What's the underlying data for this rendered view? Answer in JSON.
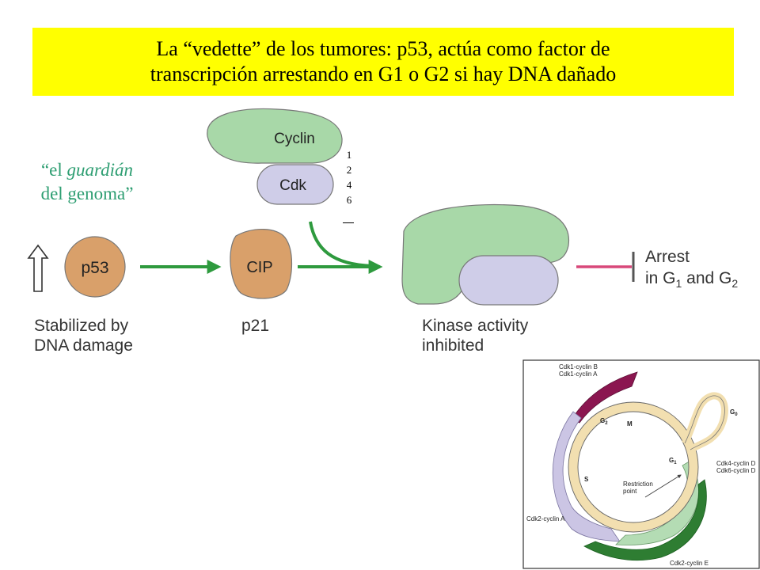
{
  "title": {
    "line1": "La “vedette” de los tumores: p53, actúa como factor de",
    "line2": "transcripción arrestando en G1 o G2 si hay DNA dañado"
  },
  "guardian": {
    "line1_pre": "“el ",
    "line1_italic": "guardián",
    "line2": "del genoma”"
  },
  "slide_number_digits": [
    "1",
    "2",
    "4",
    "6"
  ],
  "pathway": {
    "cyclin_label": "Cyclin",
    "cdk_label": "Cdk",
    "p53_label": "p53",
    "cip_label": "CIP",
    "p21_label": "p21",
    "stabilized_line1": "Stabilized by",
    "stabilized_line2": "DNA damage",
    "kinase_line1": "Kinase activity",
    "kinase_line2": "inhibited",
    "arrest_line1": "Arrest",
    "arrest_line2_pre": "in G",
    "arrest_sub1": "1",
    "arrest_line2_mid": " and G",
    "arrest_sub2": "2"
  },
  "cell_cycle": {
    "cdk1_b": "Cdk1-cyclin B",
    "cdk1_a": "Cdk1-cyclin A",
    "g0_pre": "G",
    "g0_sub": "0",
    "g2_pre": "G",
    "g2_sub": "2",
    "m": "M",
    "g1_pre": "G",
    "g1_sub": "1",
    "s": "S",
    "restriction_line1": "Restriction",
    "restriction_line2": "point",
    "cdk4_d": "Cdk4-cyclin D",
    "cdk6_d": "Cdk6-cyclin D",
    "cdk2_a": "Cdk2-cyclin A",
    "cdk2_e": "Cdk2-cyclin E"
  },
  "colors": {
    "title_bg": "#ffff00",
    "cyclin_green": "#a8d8a8",
    "cdk_lavender": "#cfcde8",
    "orange_protein": "#d9a06a",
    "arrow_green": "#2e9a3e",
    "inhibit_pink": "#d8487a",
    "guardian_text": "#2e9e72"
  }
}
